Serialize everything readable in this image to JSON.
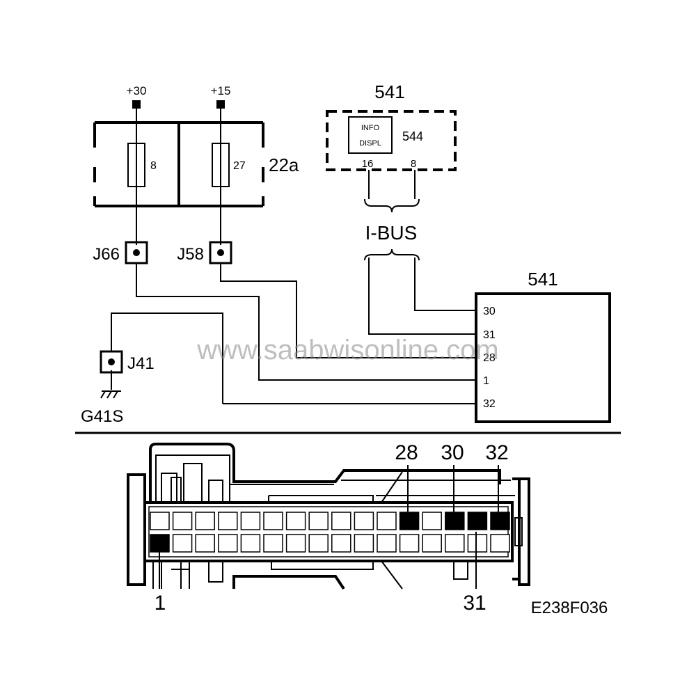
{
  "power": {
    "plus30": "+30",
    "plus15": "+15"
  },
  "fusebox": {
    "id": "22a",
    "fuse_a": "8",
    "fuse_b": "27"
  },
  "display": {
    "id": "541",
    "inner_line1": "INFO",
    "inner_line2": "DISPL",
    "inner_id": "544",
    "pin_a": "16",
    "pin_b": "8"
  },
  "bus": {
    "label": "I-BUS"
  },
  "junctions": {
    "j66": "J66",
    "j58": "J58",
    "j41": "J41"
  },
  "ground": {
    "label": "G41S"
  },
  "module": {
    "id": "541",
    "pin30": "30",
    "pin31": "31",
    "pin28": "28",
    "pin1": "1",
    "pin32": "32"
  },
  "connector": {
    "label28": "28",
    "label30": "30",
    "label32": "32",
    "label1": "1",
    "label31": "31"
  },
  "watermark": "www.saabwisonline.com",
  "figure_code": "E238F036"
}
